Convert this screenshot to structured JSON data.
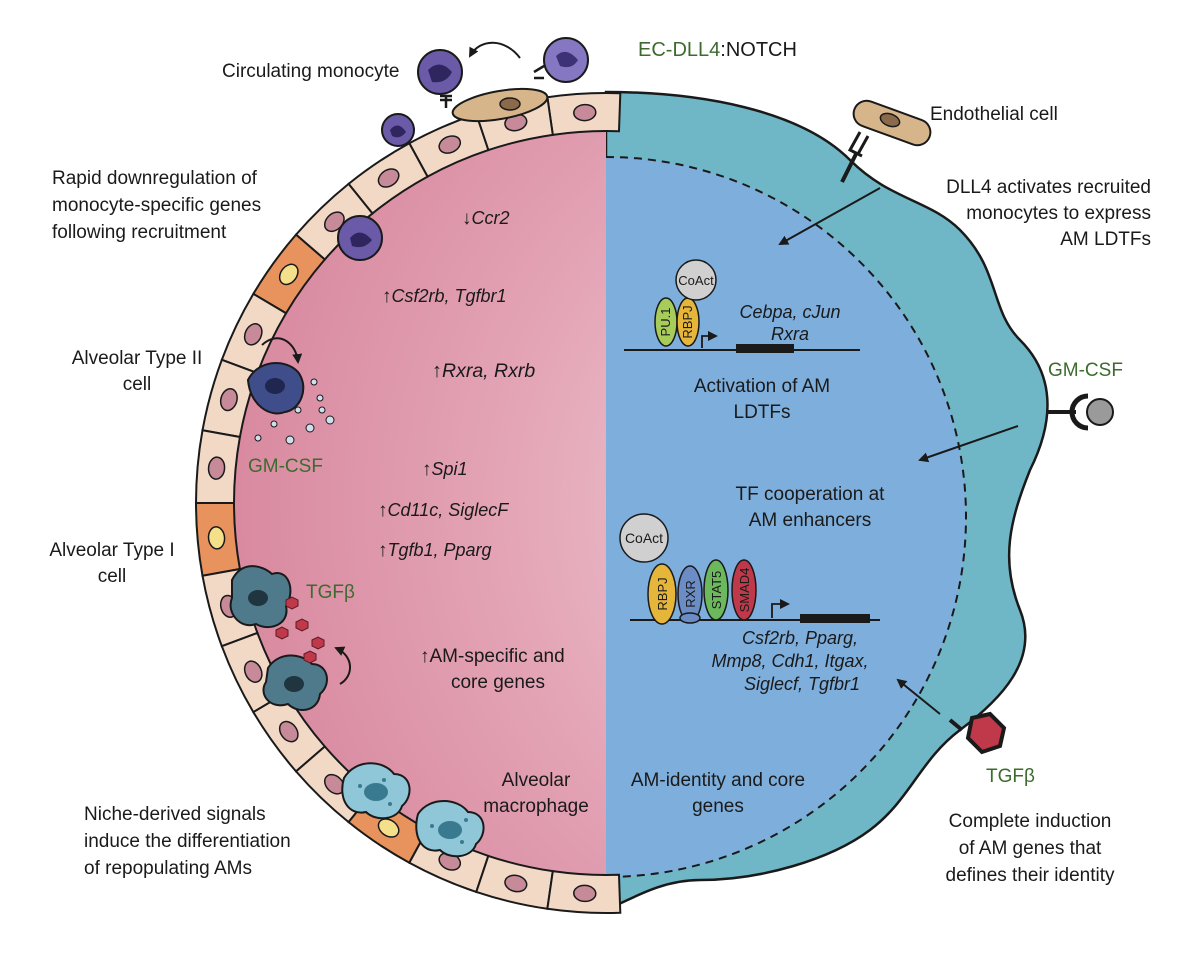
{
  "title": {
    "part_green": "EC-DLL4",
    "part_black": ":NOTCH"
  },
  "left_labels": {
    "circulating_monocyte": "Circulating monocyte",
    "rapid_down": [
      "Rapid downregulation of",
      "monocyte-specific genes",
      "following recruitment"
    ],
    "at2": [
      "Alveolar Type II",
      "cell"
    ],
    "gmcsf": "GM-CSF",
    "at1": [
      "Alveolar Type I",
      "cell"
    ],
    "tgfb": "TGFβ",
    "niche": [
      "Niche-derived signals",
      "induce the differentiation",
      "of repopulating AMs"
    ],
    "macrophage": [
      "Alveolar",
      "macrophage"
    ]
  },
  "pink_genes": {
    "ccr2": {
      "arrow": "↓",
      "text": "Ccr2"
    },
    "csf2rb": {
      "arrow": "↑",
      "text": "Csf2rb, Tgfbr1"
    },
    "rxra": {
      "arrow": "↑",
      "text": "Rxra, Rxrb"
    },
    "spi1": {
      "arrow": "↑",
      "text": "Spi1"
    },
    "cd11c": {
      "arrow": "↑",
      "text": "Cd11c, SiglecF"
    },
    "tgfb1": {
      "arrow": "↑",
      "text": "Tgfb1, Pparg"
    },
    "am_specific": [
      "↑AM-specific and",
      "core genes"
    ]
  },
  "right_labels": {
    "endothelial": "Endothelial cell",
    "dll4": [
      "DLL4 activates recruited",
      "monocytes to express",
      "AM LDTFs"
    ],
    "gmcsf": "GM-CSF",
    "tgfb": "TGFβ",
    "complete": [
      "Complete induction",
      "of AM genes that",
      "defines their identity"
    ]
  },
  "blue_panel": {
    "top_tfs": [
      "PU.1",
      "RBPJ"
    ],
    "coact": "CoAct",
    "top_genes": [
      "Cebpa, cJun",
      "Rxra"
    ],
    "activation": [
      "Activation of AM",
      "LDTFs"
    ],
    "tf_coop": [
      "TF cooperation at",
      "AM enhancers"
    ],
    "bottom_tfs": [
      "RBPJ",
      "RXR",
      "STAT5",
      "SMAD4"
    ],
    "bottom_genes": [
      "Csf2rb, Pparg,",
      "Mmp8, Cdh1, Itgax,",
      "Siglecf, Tgfbr1"
    ],
    "identity": [
      "AM-identity and core",
      "genes"
    ]
  },
  "colors": {
    "pink": "#d9879d",
    "blue_outer": "#6fb7c6",
    "blue_inner": "#7eaedc",
    "cell_cream": "#f2d9c6",
    "cell_orange": "#e8925e",
    "green_text": "#3d6b2e",
    "purple": "#6a5aa8"
  }
}
